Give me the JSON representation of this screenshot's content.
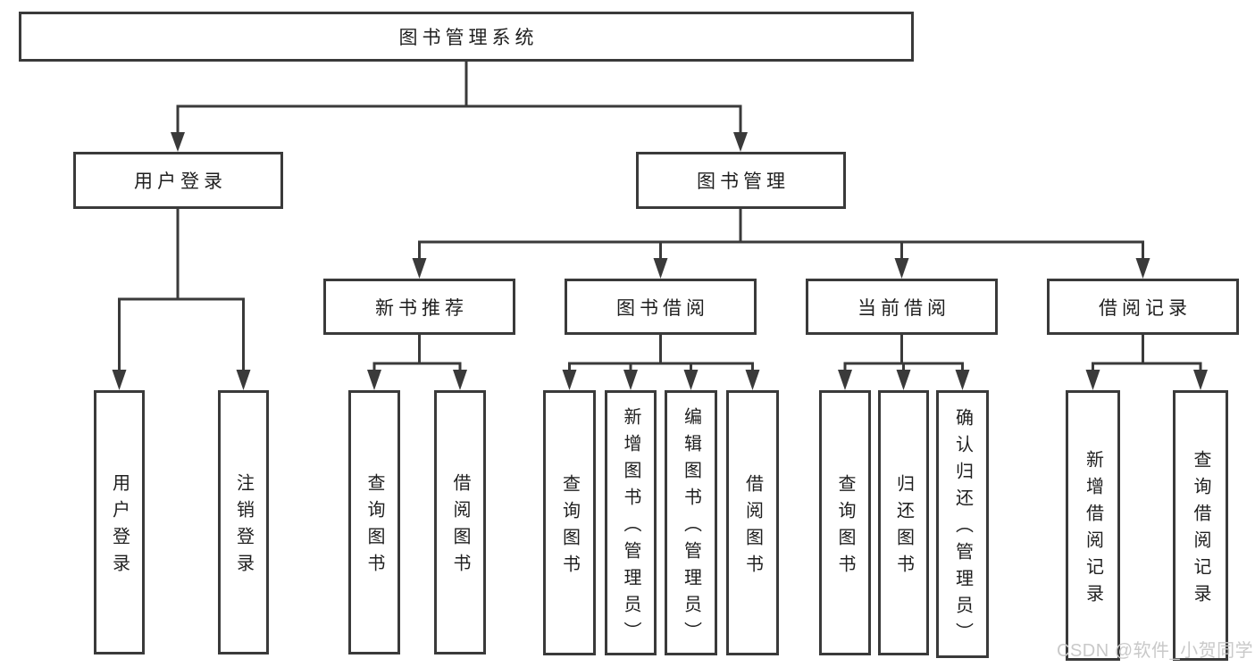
{
  "root": {
    "label": "图书管理系统"
  },
  "level1": [
    {
      "label": "用户登录"
    },
    {
      "label": "图书管理"
    }
  ],
  "level2": [
    {
      "label": "新书推荐"
    },
    {
      "label": "图书借阅"
    },
    {
      "label": "当前借阅"
    },
    {
      "label": "借阅记录"
    }
  ],
  "leaves": {
    "user": [
      {
        "label": "用户登录"
      },
      {
        "label": "注销登录"
      }
    ],
    "recommend": [
      {
        "label": "查询图书"
      },
      {
        "label": "借阅图书"
      }
    ],
    "borrow": [
      {
        "label": "查询图书"
      },
      {
        "label": "新增图书（管理员）"
      },
      {
        "label": "编辑图书（管理员）"
      },
      {
        "label": "借阅图书"
      }
    ],
    "current": [
      {
        "label": "查询图书"
      },
      {
        "label": "归还图书"
      },
      {
        "label": "确认归还（管理员）"
      }
    ],
    "records": [
      {
        "label": "新增借阅记录"
      },
      {
        "label": "查询借阅记录"
      }
    ]
  },
  "watermark": {
    "text": "CSDN @软件_小贺同学"
  },
  "colors": {
    "line": "#3a3a3a",
    "text": "#1f1f1f",
    "watermark": "#c9c9c9",
    "background": "#ffffff"
  }
}
